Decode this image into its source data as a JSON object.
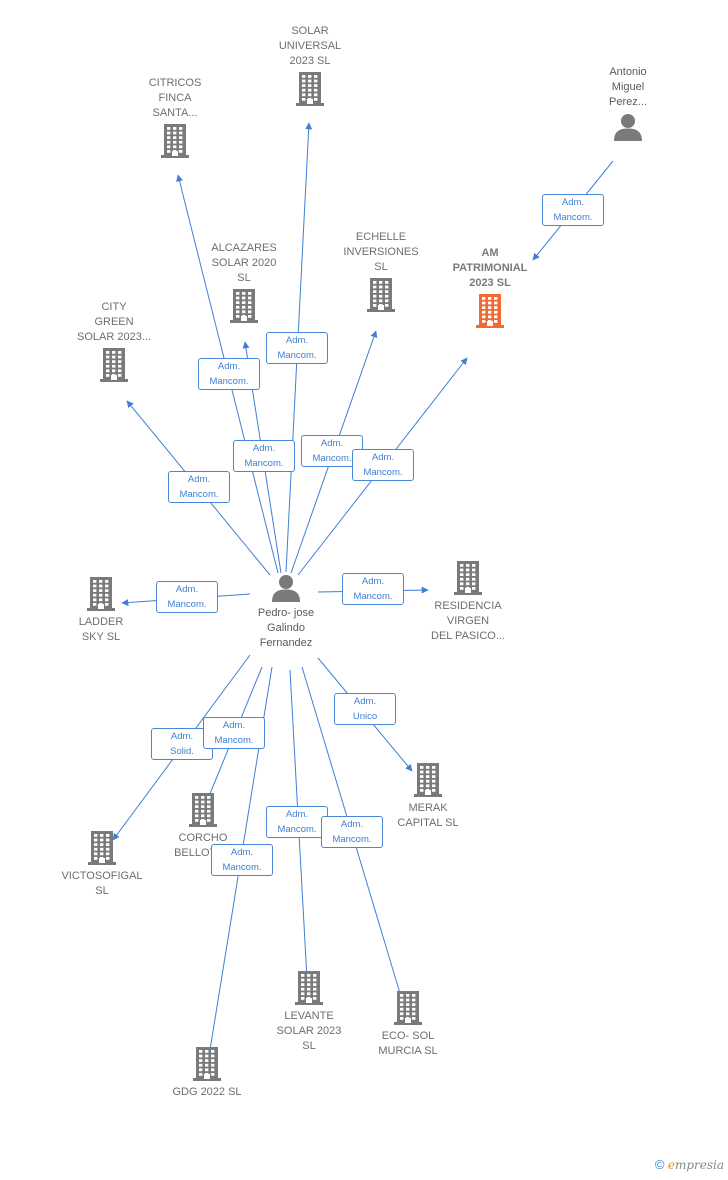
{
  "colors": {
    "edge": "#3f7fd4",
    "company": "#7a7a7a",
    "focus_company": "#f06a35",
    "person": "#7a7a7a"
  },
  "footer": {
    "copyright": "©",
    "brand": "Empresia",
    "brand_rest": "mpresia"
  },
  "nodes": [
    {
      "id": "solar-universal",
      "type": "company",
      "label": [
        "SOLAR",
        "UNIVERSAL",
        "2023  SL"
      ]
    },
    {
      "id": "citricos",
      "type": "company",
      "label": [
        "CITRICOS",
        "FINCA",
        "SANTA..."
      ]
    },
    {
      "id": "antonio",
      "type": "person",
      "label": [
        "Antonio",
        "Miguel",
        "Perez..."
      ]
    },
    {
      "id": "alcazares",
      "type": "company",
      "label": [
        "ALCAZARES",
        "SOLAR 2020",
        "SL"
      ]
    },
    {
      "id": "echelle",
      "type": "company",
      "label": [
        "ECHELLE",
        "INVERSIONES",
        "SL"
      ]
    },
    {
      "id": "am-patrimonial",
      "type": "focus",
      "label": [
        "AM",
        "PATRIMONIAL",
        "2023  SL"
      ]
    },
    {
      "id": "city-green",
      "type": "company",
      "label": [
        "CITY",
        "GREEN",
        "SOLAR 2023..."
      ]
    },
    {
      "id": "pedro",
      "type": "person",
      "label": [
        "Pedro- jose",
        "Galindo",
        "Fernandez"
      ]
    },
    {
      "id": "ladder",
      "type": "company",
      "label": [
        "LADDER",
        "SKY  SL"
      ]
    },
    {
      "id": "residencia",
      "type": "company",
      "label": [
        "RESIDENCIA",
        "VIRGEN",
        "DEL PASICO..."
      ]
    },
    {
      "id": "merak",
      "type": "company",
      "label": [
        "MERAK",
        "CAPITAL  SL"
      ]
    },
    {
      "id": "corcho",
      "type": "company",
      "label": [
        "CORCHO",
        "BELLOTA..."
      ]
    },
    {
      "id": "victosofigal",
      "type": "company",
      "label": [
        "VICTOSOFIGAL",
        "SL"
      ]
    },
    {
      "id": "levante",
      "type": "company",
      "label": [
        "LEVANTE",
        "SOLAR 2023",
        "SL"
      ]
    },
    {
      "id": "eco-sol",
      "type": "company",
      "label": [
        "ECO- SOL",
        "MURCIA  SL"
      ]
    },
    {
      "id": "gdg",
      "type": "company",
      "label": [
        "GDG 2022  SL"
      ]
    }
  ],
  "relations": [
    {
      "id": "r-antonio-am",
      "from": "antonio",
      "to": "am-patrimonial",
      "label": [
        "Adm.",
        "Mancom."
      ]
    },
    {
      "id": "r-solar-universal",
      "from": "pedro",
      "to": "solar-universal",
      "label": [
        "Adm.",
        "Mancom."
      ]
    },
    {
      "id": "r-citricos",
      "from": "pedro",
      "to": "citricos",
      "label": [
        "Adm.",
        "Mancom."
      ]
    },
    {
      "id": "r-alcazares",
      "from": "pedro",
      "to": "alcazares",
      "label": [
        "Adm.",
        "Mancom."
      ]
    },
    {
      "id": "r-echelle",
      "from": "pedro",
      "to": "echelle",
      "label": [
        "Adm.",
        "Mancom."
      ]
    },
    {
      "id": "r-am",
      "from": "pedro",
      "to": "am-patrimonial",
      "label": [
        "Adm.",
        "Mancom."
      ]
    },
    {
      "id": "r-city-green",
      "from": "pedro",
      "to": "city-green",
      "label": [
        "Adm.",
        "Mancom."
      ]
    },
    {
      "id": "r-ladder",
      "from": "pedro",
      "to": "ladder",
      "label": [
        "Adm.",
        "Mancom."
      ]
    },
    {
      "id": "r-residencia",
      "from": "pedro",
      "to": "residencia",
      "label": [
        "Adm.",
        "Mancom."
      ]
    },
    {
      "id": "r-merak",
      "from": "pedro",
      "to": "merak",
      "label": [
        "Adm.",
        "Unico"
      ]
    },
    {
      "id": "r-victosofigal",
      "from": "pedro",
      "to": "victosofigal",
      "label": [
        "Adm.",
        "Solid."
      ]
    },
    {
      "id": "r-corcho",
      "from": "pedro",
      "to": "corcho",
      "label": [
        "Adm.",
        "Mancom."
      ]
    },
    {
      "id": "r-gdg",
      "from": "pedro",
      "to": "gdg",
      "label": [
        "Adm.",
        "Mancom."
      ]
    },
    {
      "id": "r-levante",
      "from": "pedro",
      "to": "levante",
      "label": [
        "Adm.",
        "Mancom."
      ]
    },
    {
      "id": "r-eco-sol",
      "from": "pedro",
      "to": "eco-sol",
      "label": [
        "Adm.",
        "Mancom."
      ]
    }
  ]
}
